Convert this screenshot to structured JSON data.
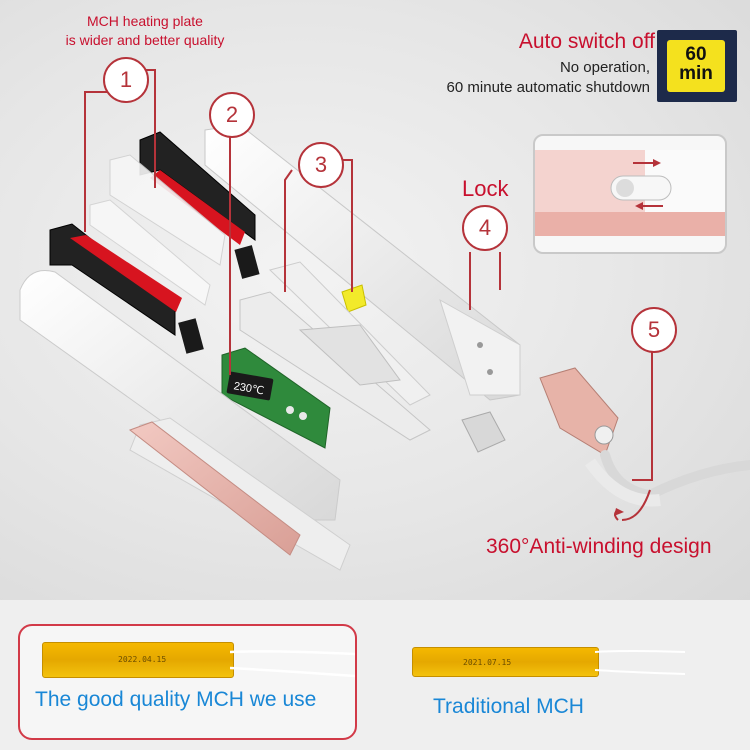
{
  "annotations": {
    "mch_note_line1": "MCH heating plate",
    "mch_note_line2": "is wider and better quality",
    "auto_title": "Auto switch off",
    "auto_line1": "No operation,",
    "auto_line2": "60 minute automatic shutdown",
    "badge_top": "60",
    "badge_bottom": "min",
    "lock_label": "Lock",
    "anti_winding_label": "360°Anti-winding design",
    "display_readout": "230℃"
  },
  "callouts": [
    "1",
    "2",
    "3",
    "4",
    "5"
  ],
  "comparison": {
    "good": {
      "label": "The good quality MCH we use",
      "date": "2022.04.15"
    },
    "traditional": {
      "label": "Traditional MCH",
      "date": "2021.07.15"
    }
  },
  "colors": {
    "accent_red": "#c8102e",
    "label_blue": "#1987d6",
    "heater_yellow": "#f5b800"
  }
}
